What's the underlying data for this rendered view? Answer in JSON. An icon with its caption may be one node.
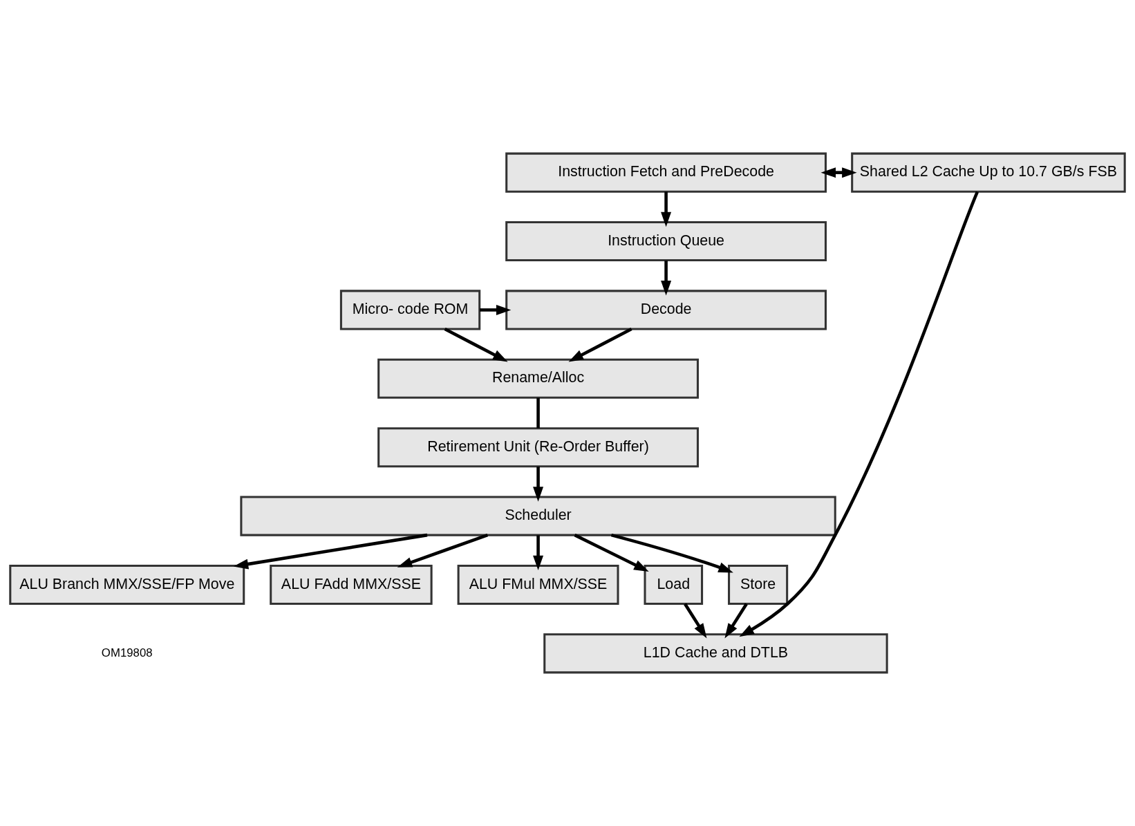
{
  "diagram": {
    "nodes": [
      {
        "text": [
          "Instruction Fetch and PreDecode"
        ]
      },
      {
        "text": [
          "Instruction Queue"
        ]
      },
      {
        "text": [
          "Micro- code ROM"
        ]
      },
      {
        "text": [
          "Decode"
        ]
      },
      {
        "text": [
          "Rename/Alloc"
        ]
      },
      {
        "text": [
          "Retirement Unit (Re-Order Buffer)"
        ]
      },
      {
        "text": [
          "Scheduler"
        ]
      },
      {
        "text": [
          "ALU Branch MMX/SSE/FP Move"
        ]
      },
      {
        "text": [
          "ALU FAdd MMX/SSE"
        ]
      },
      {
        "text": [
          "ALU FMul MMX/SSE"
        ]
      },
      {
        "text": [
          "Load"
        ]
      },
      {
        "text": [
          "Store"
        ]
      },
      {
        "text": [
          "L1D Cache and DTLB"
        ]
      },
      {
        "text": [
          "Shared L2 Cache Up to 10.7 GB/s FSB"
        ]
      }
    ],
    "edges": [
      {
        "from": 0,
        "to": 1,
        "arrow": "to"
      },
      {
        "from": 1,
        "to": 3,
        "arrow": "to"
      },
      {
        "from": 2,
        "to": 3,
        "arrow": "to"
      },
      {
        "from": 3,
        "to": 4,
        "arrow": "to"
      },
      {
        "from": 2,
        "to": 4,
        "arrow": "to"
      },
      {
        "from": 4,
        "to": 5,
        "arrow": "none"
      },
      {
        "from": 5,
        "to": 6,
        "arrow": "to"
      },
      {
        "from": 6,
        "to": 7,
        "arrow": "to"
      },
      {
        "from": 6,
        "to": 8,
        "arrow": "to"
      },
      {
        "from": 6,
        "to": 9,
        "arrow": "to"
      },
      {
        "from": 6,
        "to": 10,
        "arrow": "to"
      },
      {
        "from": 6,
        "to": 11,
        "arrow": "to"
      },
      {
        "from": 10,
        "to": 12,
        "arrow": "to"
      },
      {
        "from": 11,
        "to": 12,
        "arrow": "to"
      },
      {
        "from": 0,
        "to": 13,
        "arrow": "both"
      },
      {
        "from": 13,
        "to": 12,
        "arrow": "to"
      }
    ],
    "labels": [
      "OM19808"
    ]
  }
}
